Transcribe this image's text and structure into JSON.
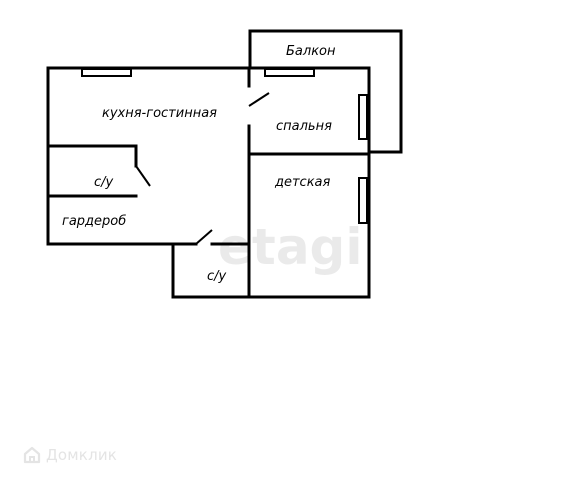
{
  "rooms": {
    "balcony": "Балкон",
    "kitchen_living": "кухня-гостинная",
    "bedroom": "спальня",
    "bathroom_left": "с/у",
    "kids_room": "детская",
    "wardrobe": "гардероб",
    "bathroom_bottom": "с/у"
  },
  "watermark": "etagi",
  "footer_logo": {
    "text": "Домклик",
    "icon": "house-outline-icon",
    "color": "#e4e4e4"
  },
  "colors": {
    "walls": "#000000",
    "background": "#ffffff"
  }
}
